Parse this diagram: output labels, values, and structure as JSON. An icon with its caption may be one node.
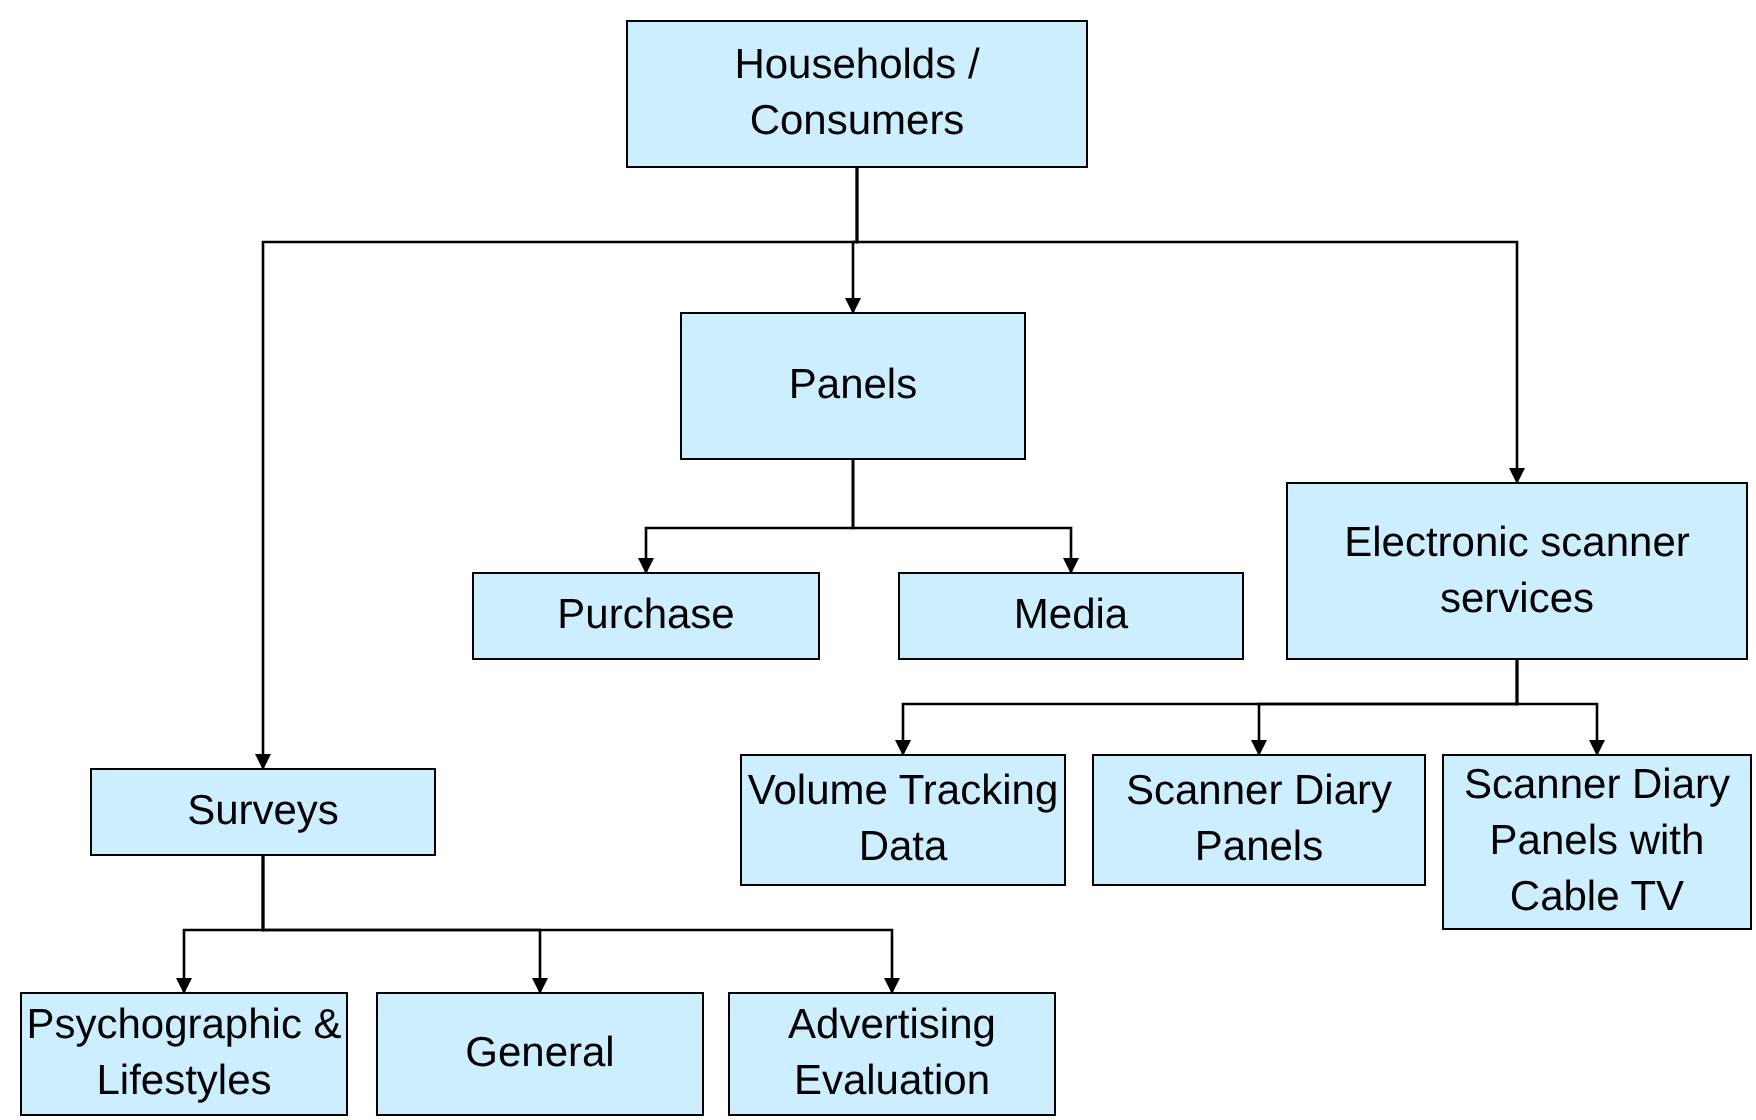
{
  "diagram": {
    "nodes": [
      {
        "text": [
          "Households / Consumers"
        ]
      },
      {
        "text": [
          "Panels"
        ]
      },
      {
        "text": [
          "Purchase"
        ]
      },
      {
        "text": [
          "Media"
        ]
      },
      {
        "text": [
          "Electronic scanner services"
        ]
      },
      {
        "text": [
          "Surveys"
        ]
      },
      {
        "text": [
          "Volume Tracking Data"
        ]
      },
      {
        "text": [
          "Scanner Diary Panels"
        ]
      },
      {
        "text": [
          "Scanner Diary Panels with Cable TV"
        ]
      },
      {
        "text": [
          "Psychographic & Lifestyles"
        ]
      },
      {
        "text": [
          "General"
        ]
      },
      {
        "text": [
          "Advertising Evaluation"
        ]
      }
    ],
    "edges": [
      {
        "from": 0,
        "to": 5,
        "arrow": "to"
      },
      {
        "from": 0,
        "to": 1,
        "arrow": "to"
      },
      {
        "from": 0,
        "to": 4,
        "arrow": "to"
      },
      {
        "from": 1,
        "to": 2,
        "arrow": "to"
      },
      {
        "from": 1,
        "to": 3,
        "arrow": "to"
      },
      {
        "from": 4,
        "to": 6,
        "arrow": "to"
      },
      {
        "from": 4,
        "to": 7,
        "arrow": "to"
      },
      {
        "from": 4,
        "to": 8,
        "arrow": "to"
      },
      {
        "from": 5,
        "to": 9,
        "arrow": "to"
      },
      {
        "from": 5,
        "to": 10,
        "arrow": "to"
      },
      {
        "from": 5,
        "to": 11,
        "arrow": "to"
      }
    ]
  }
}
